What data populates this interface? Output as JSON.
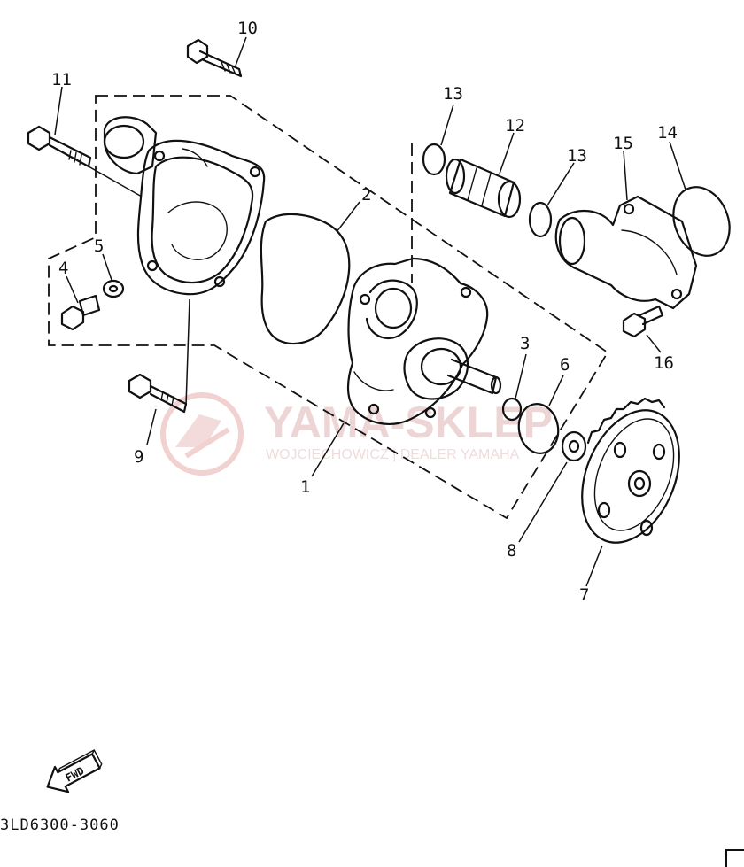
{
  "parts": [
    {
      "ref": "1",
      "name": "pump-housing"
    },
    {
      "ref": "2",
      "name": "gasket"
    },
    {
      "ref": "3",
      "name": "circlip"
    },
    {
      "ref": "4",
      "name": "drain-bolt"
    },
    {
      "ref": "5",
      "name": "drain-washer"
    },
    {
      "ref": "6",
      "name": "o-ring"
    },
    {
      "ref": "7",
      "name": "impeller-gear"
    },
    {
      "ref": "8",
      "name": "washer"
    },
    {
      "ref": "9",
      "name": "bolt"
    },
    {
      "ref": "10",
      "name": "bolt"
    },
    {
      "ref": "11",
      "name": "long-bolt"
    },
    {
      "ref": "12",
      "name": "pipe"
    },
    {
      "ref": "13",
      "name": "o-ring"
    },
    {
      "ref": "14",
      "name": "o-ring"
    },
    {
      "ref": "15",
      "name": "pipe-elbow"
    },
    {
      "ref": "16",
      "name": "bolt"
    }
  ],
  "labels": {
    "p1": "1",
    "p2": "2",
    "p3": "3",
    "p4": "4",
    "p5": "5",
    "p6": "6",
    "p7": "7",
    "p8": "8",
    "p9": "9",
    "p10": "10",
    "p11": "11",
    "p12": "12",
    "p13a": "13",
    "p13b": "13",
    "p14": "14",
    "p15": "15",
    "p16": "16"
  },
  "fwd_label": "FWD",
  "diagram_code": "3LD6300-3060",
  "watermark": {
    "title": "YAMA-SKLEP",
    "subtitle": "WOJCIECHOWICZ | DEALER YAMAHA",
    "color": "#e0a0a0"
  }
}
